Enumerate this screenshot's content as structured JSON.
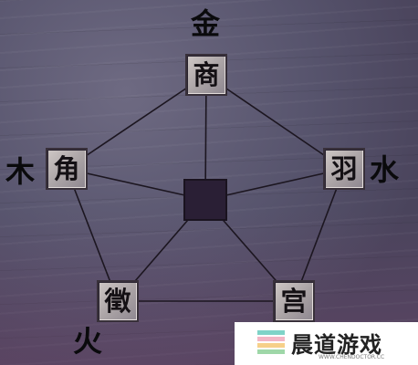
{
  "notes": {
    "top": "商",
    "right": "羽",
    "bottom_right": "宫",
    "bottom_left": "徵",
    "left": "角"
  },
  "elements": {
    "top": "金",
    "right": "水",
    "bottom_left": "火",
    "left": "木"
  },
  "watermark": {
    "brand": "晨道游戏",
    "url": "WWW.CHENDOCTOR.CC"
  }
}
